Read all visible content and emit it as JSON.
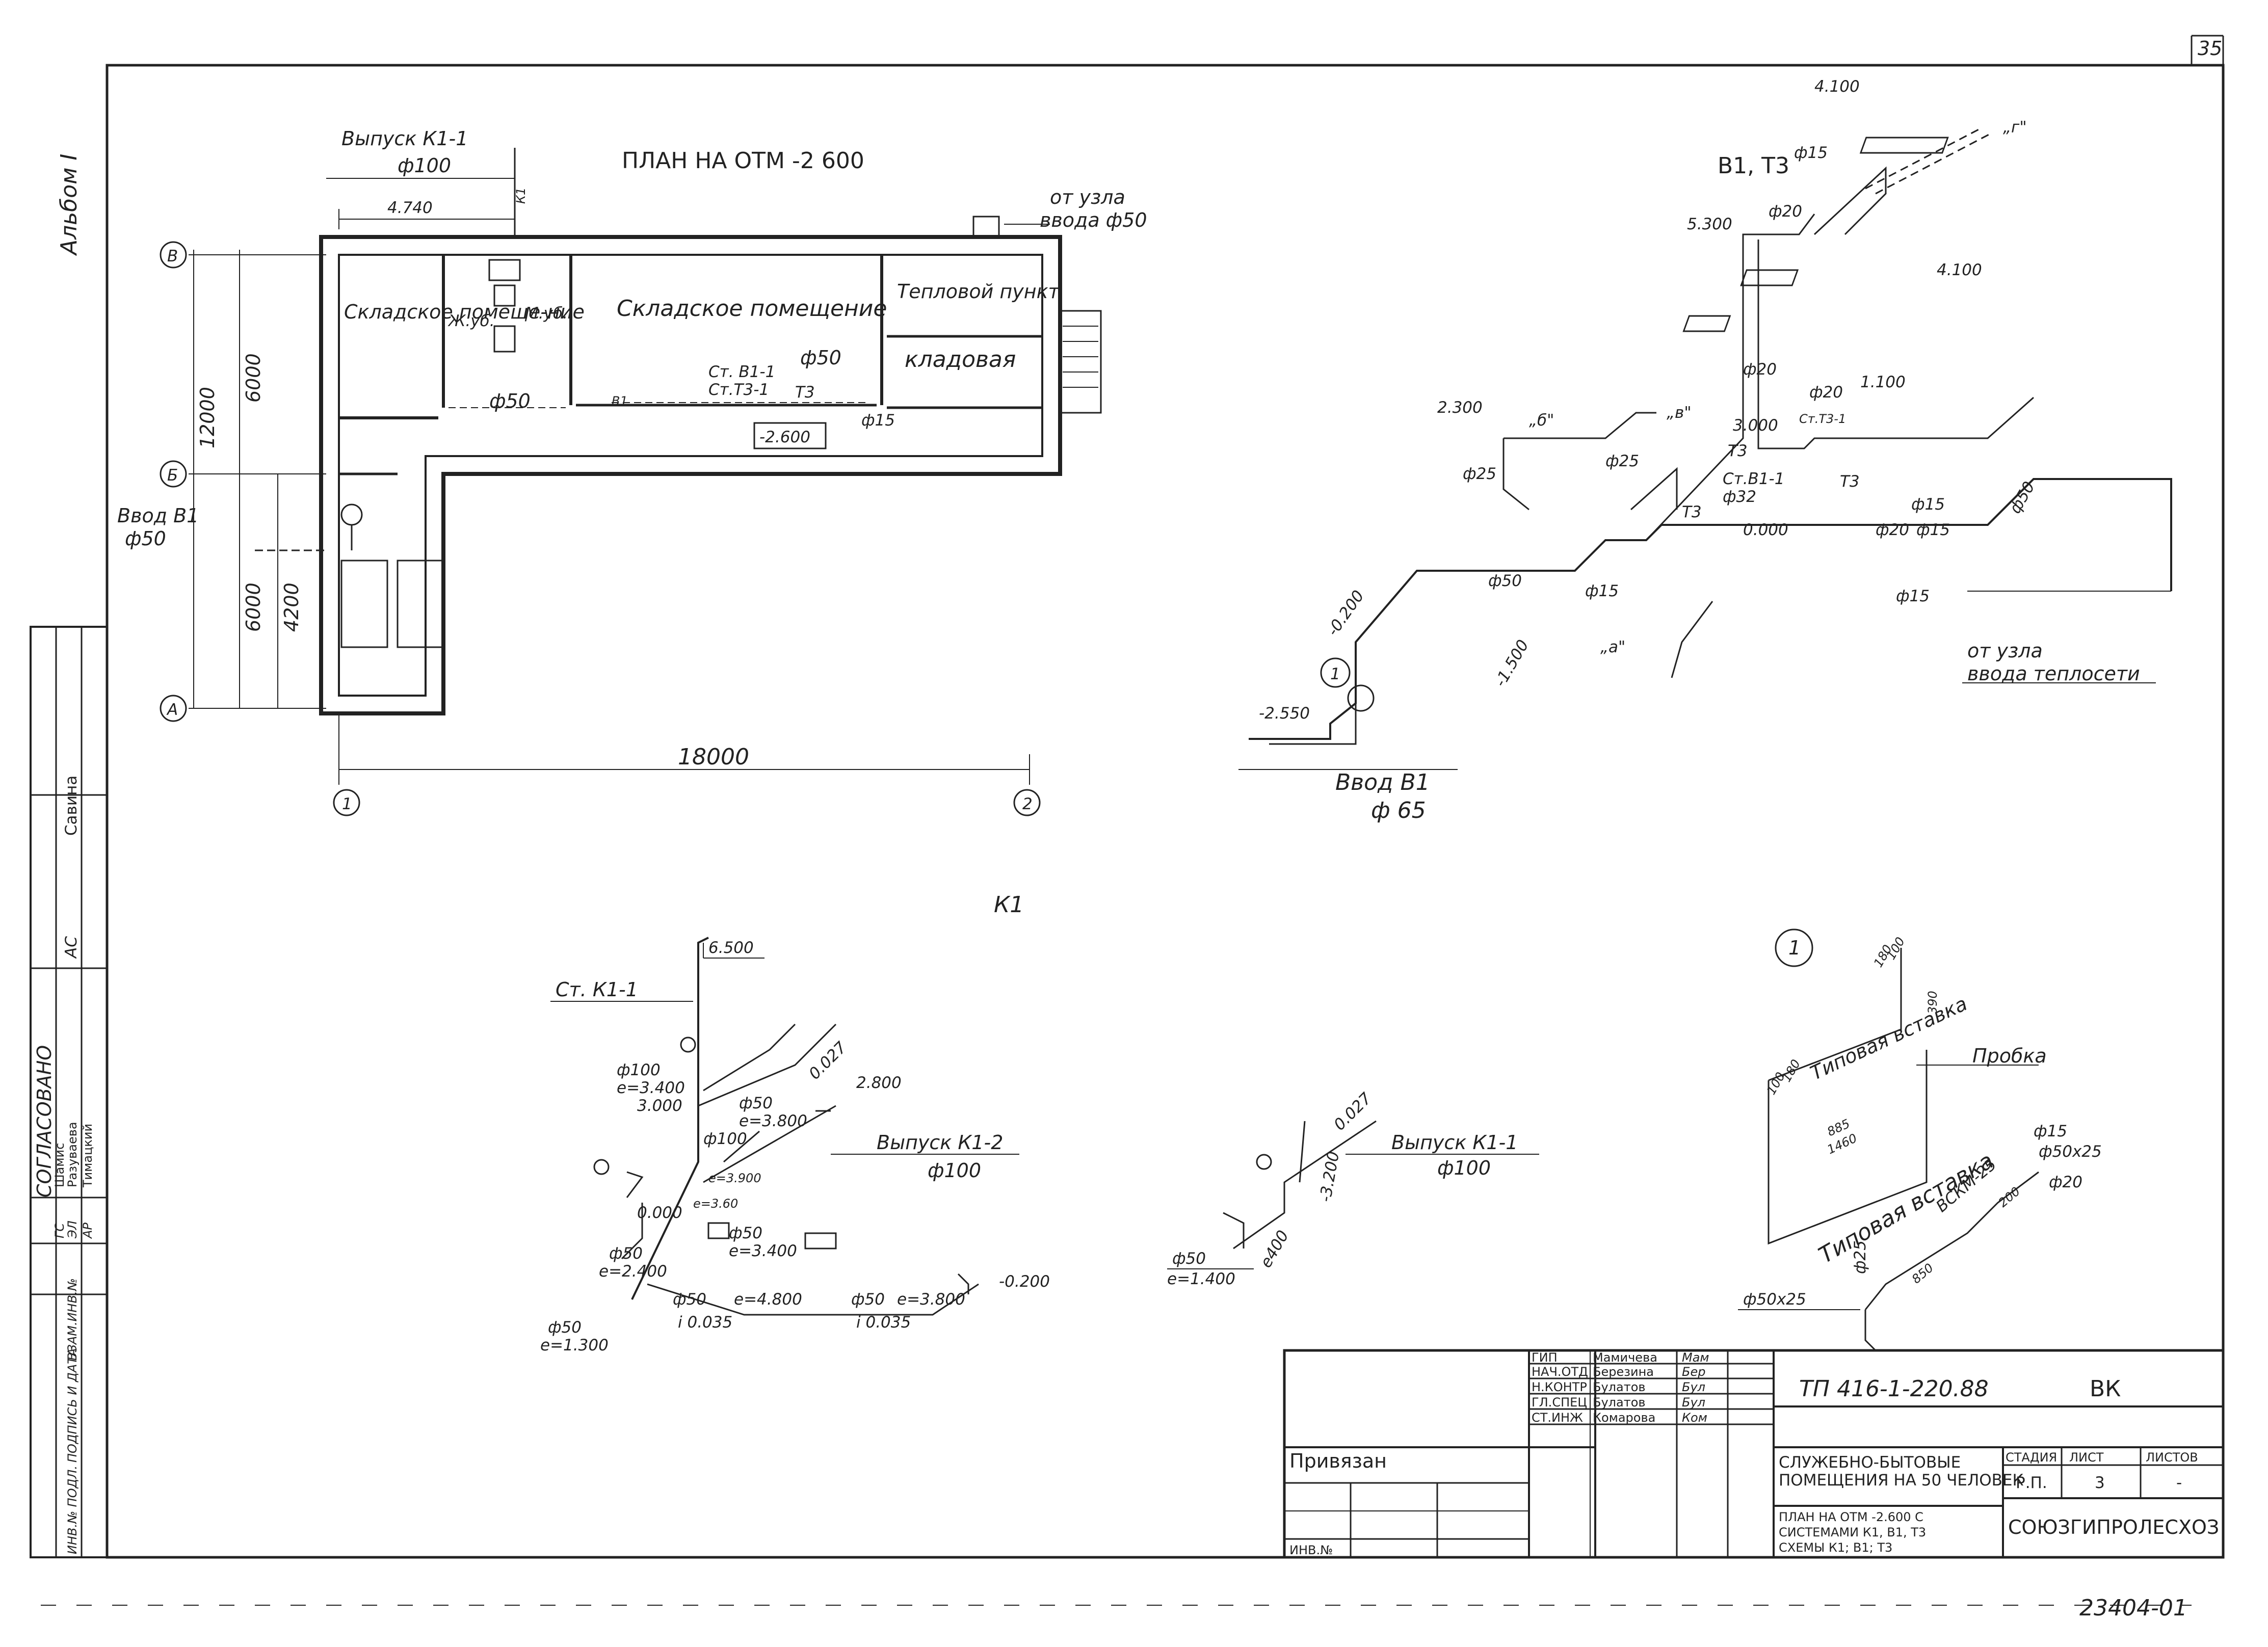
{
  "sheet": {
    "page_number": "35",
    "album_label": "Альбом I",
    "bottom_number": "23404-01"
  },
  "plan": {
    "title": "ПЛАН НА ОТМ -2 600",
    "outlet_k1_1": "Выпуск К1-1",
    "outlet_k1_1_dia": "ф100",
    "dim_4740": "4.740",
    "k1_tag": "К1",
    "from_node": "от узла",
    "node_inlet": "ввода ф50",
    "room_storage_left": "Складское помеще-ние",
    "room_wc_f": "Ж.уб.",
    "room_wc_m": "М.уб.",
    "room_storage_mid": "Складское помещение",
    "room_heat_point": "Тепловой пункт",
    "room_pantry": "кладовая",
    "riser_b1": "Ст. В1-1",
    "riser_t3": "Ст.Т3-1",
    "pipe_t3": "Т3",
    "pipe_b1": "В1",
    "dia_50_a": "ф50",
    "dia_50_b": "ф50",
    "dia_15": "ф15",
    "level_mark": "-2.600",
    "axis_b_upper": "В",
    "axis_b_lower": "Б",
    "axis_a": "А",
    "axis_1": "1",
    "axis_2": "2",
    "dim_12000": "12000",
    "dim_6000_a": "6000",
    "dim_6000_b": "6000",
    "dim_4200": "4200",
    "dim_18000": "18000",
    "inlet_b1": "Ввод В1",
    "inlet_b1_dia": "ф50"
  },
  "iso_b1t3": {
    "title": "В1, Т3",
    "lvl_4100_top": "4.100",
    "lvl_5300": "5.300",
    "lvl_4100": "4.100",
    "lvl_1100": "1.100",
    "lvl_3000": "3.000",
    "lvl_2300": "2.300",
    "lvl_0000": "0.000",
    "lvl_m0200": "-0.200",
    "lvl_m2550": "-2.550",
    "lvl_m1500": "-1.500",
    "dia_15_top": "ф15",
    "dia_20_a": "ф20",
    "dia_20_b": "ф20",
    "dia_20_c": "ф20",
    "dia_20_d": "ф20",
    "dia_25_a": "ф25",
    "dia_25_b": "ф25",
    "dia_32": "ф32",
    "dia_50": "ф50",
    "dia_50_right": "ф50",
    "dia_15_a": "ф15",
    "dia_15_b": "ф15",
    "dia_15_c": "ф15",
    "dia_15_d": "ф15",
    "riser_t3": "Ст.Т3-1",
    "riser_b1": "Ст.В1-1",
    "t3_a": "Т3",
    "t3_b": "Т3",
    "t3_c": "Т3",
    "mark_a": "„а\"",
    "mark_b": "„б\"",
    "mark_v": "„в\"",
    "mark_g": "„г\"",
    "from_node": "от узла",
    "heat_inlet": "ввода теплосети",
    "inlet": "Ввод В1",
    "inlet_dia": "ф 65",
    "node_ref": "1"
  },
  "iso_k1": {
    "title": "К1",
    "riser": "Ст. К1-1",
    "lvl_6500": "6.500",
    "lvl_3000": "3.000",
    "lvl_0000": "0.000",
    "lvl_2800": "2.800",
    "lvl_m0200": "-0.200",
    "dia_100_a": "ф100",
    "dia_100_b": "ф100",
    "dia_50_a": "ф50",
    "dia_50_b": "ф50",
    "dia_50_c": "ф50",
    "dia_50_d": "ф50",
    "dia_50_e": "ф50",
    "dia_50_f": "ф50",
    "e_3400": "е=3.400",
    "e_3800": "е=3.800",
    "e_3900": "е=3.900",
    "e_2400": "е=2.400",
    "e_1300": "е=1.300",
    "e_4800": "е=4.800",
    "e_3800_b": "е=3.800",
    "e_3400_b": "е=3.400",
    "e_3600": "е=3.60",
    "slope_a": "i 0.035",
    "slope_b": "i 0.035",
    "slope_c": "0.027",
    "outlet_k1_2": "Выпуск К1-2",
    "outlet_k1_2_dia": "ф100"
  },
  "iso_k1_1": {
    "outlet": "Выпуск К1-1",
    "outlet_dia": "ф100",
    "slope": "0.027",
    "lvl_3200": "-3.200",
    "dia_50": "ф50",
    "e_1400": "е=1.400",
    "e_400": "е400"
  },
  "detail1": {
    "ref": "1",
    "insert_a": "Типовая вставка",
    "insert_b": "Типовая вставка",
    "plug": "Пробка",
    "dia_15": "ф15",
    "dia_50x25_a": "ф50х25",
    "dia_20": "ф20",
    "dia_25": "ф25",
    "dia_50x25_b": "ф50х25",
    "vskm": "ВСКМ-25",
    "dim_885": "885",
    "dim_1460": "1460",
    "dim_390": "390",
    "dim_850": "850",
    "dim_200": "200",
    "dim_100_a": "100",
    "dim_180_a": "180",
    "dim_180_b": "180",
    "dim_100_b": "100"
  },
  "side_stamp": {
    "agreed": "СОГЛАСОВАНО",
    "rows": [
      {
        "role": "ГС",
        "name": "Шамис"
      },
      {
        "role": "ЭЛ",
        "name": "Разуваева"
      },
      {
        "role": "АР",
        "name": "Тимацкий"
      }
    ],
    "role_as": "АС",
    "name_as": "Савина",
    "inv": "ИНВ.№ ПОДЛ.",
    "sign_date": "ПОДПИСЬ И ДАТА",
    "replace": "ВЗАМ.ИНВ.№"
  },
  "title_block": {
    "designation": "ТП 416-1-220.88",
    "code": "ВК",
    "bound": "Привязан",
    "inv": "ИНВ.№",
    "people": [
      {
        "role": "ГИП",
        "name": "Мамичева",
        "sign": "Мам"
      },
      {
        "role": "НАЧ.ОТД",
        "name": "Березина",
        "sign": "Бер"
      },
      {
        "role": "Н.КОНТР",
        "name": "Булатов",
        "sign": "Бул"
      },
      {
        "role": "ГЛ.СПЕЦ",
        "name": "Булатов",
        "sign": "Бул"
      },
      {
        "role": "СТ.ИНЖ",
        "name": "Комарова",
        "sign": "Ком"
      }
    ],
    "object_line1": "СЛУЖЕБНО-БЫТОВЫЕ",
    "object_line2": "ПОМЕЩЕНИЯ НА 50 ЧЕЛОВЕК",
    "sheet_line1": "ПЛАН НА ОТМ -2.600 С",
    "sheet_line2": "СИСТЕМАМИ К1, В1, Т3",
    "sheet_line3": "СХЕМЫ К1; В1; Т3",
    "stage_hdr": "СТАДИЯ",
    "sheet_hdr": "ЛИСТ",
    "sheets_hdr": "ЛИСТОВ",
    "stage": "Р.П.",
    "sheet": "3",
    "sheets": "-",
    "org": "СОЮЗГИПРОЛЕСХОЗ"
  }
}
